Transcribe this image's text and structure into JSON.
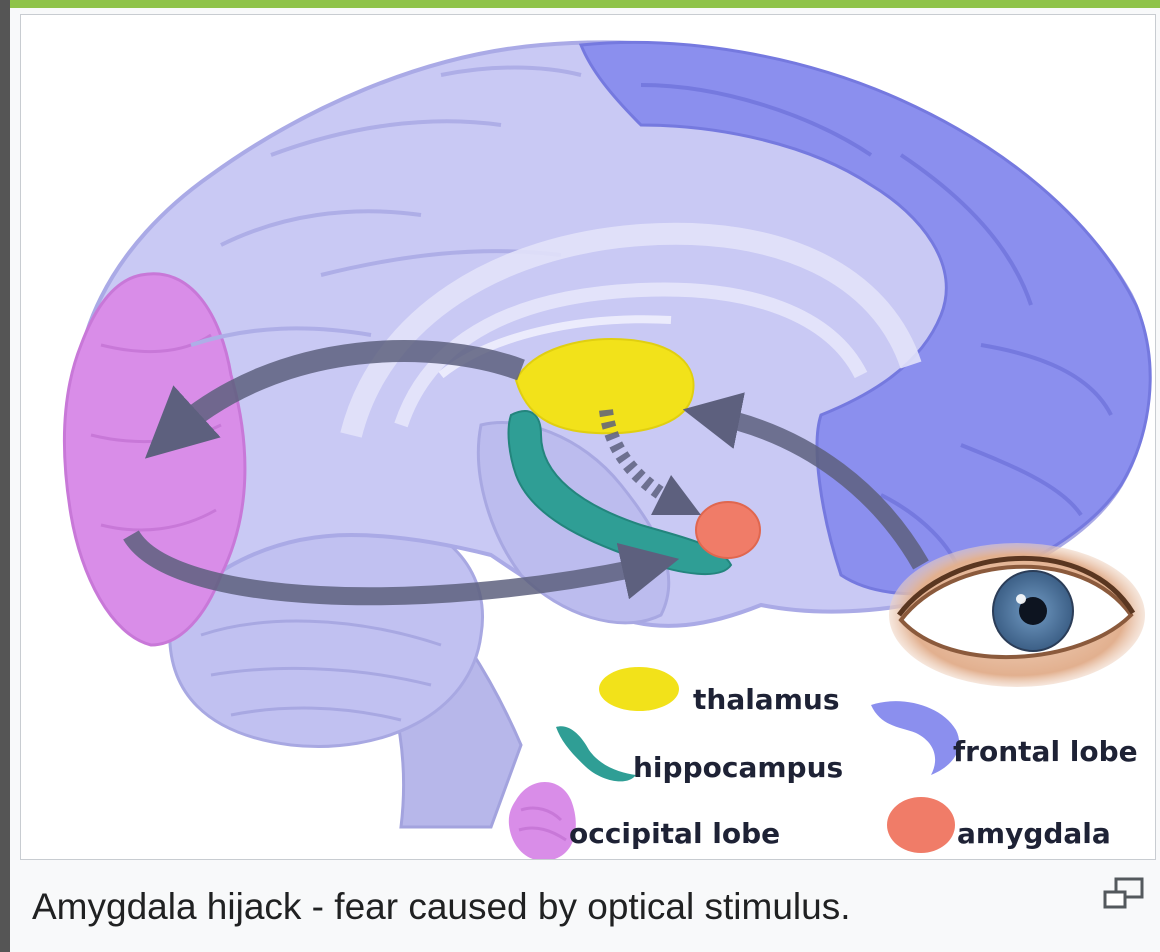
{
  "caption": {
    "text": "Amygdala hijack - fear caused by optical stimulus.",
    "enlarge_icon": "magnify-clip-icon"
  },
  "diagram": {
    "legend": {
      "thalamus": "thalamus",
      "hippocampus": "hippocampus",
      "occipital_lobe": "occipital lobe",
      "frontal_lobe": "frontal lobe",
      "amygdala": "amygdala"
    },
    "colors": {
      "brain_base": "#c9c9f4",
      "brain_outline": "#aaaae6",
      "frontal_lobe": "#8b8fee",
      "occipital_lobe": "#d98de8",
      "thalamus": "#f2e21a",
      "hippocampus": "#2f9e95",
      "amygdala": "#f07c68",
      "arrow": "#5d607e",
      "accent_top_bar": "#8fc34a"
    }
  }
}
